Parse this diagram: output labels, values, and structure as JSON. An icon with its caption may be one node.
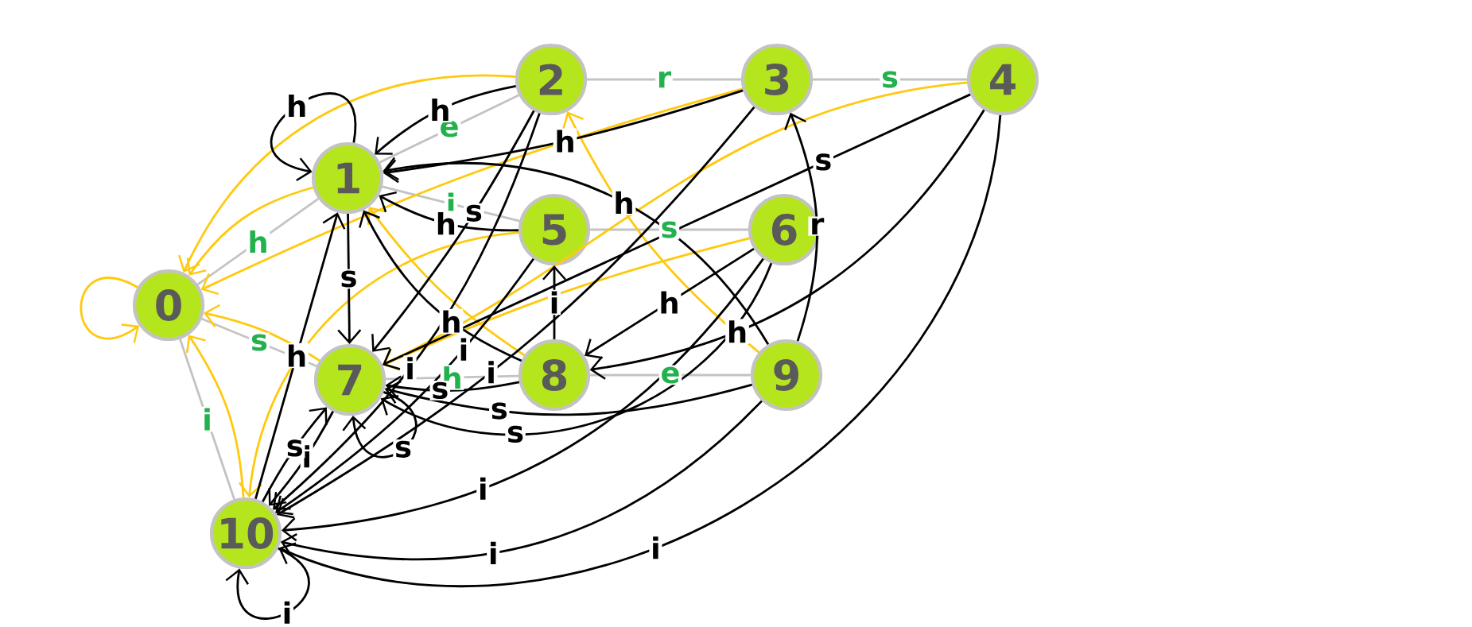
{
  "diagram": {
    "nodes": [
      {
        "text": [
          "0"
        ]
      },
      {
        "text": [
          "1"
        ]
      },
      {
        "text": [
          "2"
        ]
      },
      {
        "text": [
          "3"
        ]
      },
      {
        "text": [
          "4"
        ]
      },
      {
        "text": [
          "5"
        ]
      },
      {
        "text": [
          "6"
        ]
      },
      {
        "text": [
          "7"
        ]
      },
      {
        "text": [
          "8"
        ]
      },
      {
        "text": [
          "9"
        ]
      },
      {
        "text": [
          "10"
        ]
      }
    ],
    "edges": [
      {
        "from": 0,
        "to": 1,
        "arrow": "none",
        "label": "h",
        "color": "#c3c3c3"
      },
      {
        "from": 1,
        "to": 2,
        "arrow": "none",
        "label": "e",
        "color": "#c3c3c3"
      },
      {
        "from": 2,
        "to": 3,
        "arrow": "none",
        "label": "r",
        "color": "#c3c3c3"
      },
      {
        "from": 3,
        "to": 4,
        "arrow": "none",
        "label": "s",
        "color": "#c3c3c3"
      },
      {
        "from": 1,
        "to": 5,
        "arrow": "none",
        "label": "i",
        "color": "#c3c3c3"
      },
      {
        "from": 5,
        "to": 6,
        "arrow": "none",
        "label": "s",
        "color": "#c3c3c3"
      },
      {
        "from": 0,
        "to": 7,
        "arrow": "none",
        "label": "s",
        "color": "#c3c3c3"
      },
      {
        "from": 7,
        "to": 8,
        "arrow": "none",
        "label": "h",
        "color": "#c3c3c3"
      },
      {
        "from": 8,
        "to": 9,
        "arrow": "none",
        "label": "e",
        "color": "#c3c3c3"
      },
      {
        "from": 0,
        "to": 10,
        "arrow": "none",
        "label": "i",
        "color": "#c3c3c3"
      },
      {
        "from": 0,
        "to": 0,
        "arrow": "to",
        "color": "#ffc90e"
      },
      {
        "from": 1,
        "to": 0,
        "arrow": "to",
        "color": "#ffc90e"
      },
      {
        "from": 2,
        "to": 0,
        "arrow": "to",
        "color": "#ffc90e"
      },
      {
        "from": 3,
        "to": 0,
        "arrow": "to",
        "color": "#ffc90e"
      },
      {
        "from": 4,
        "to": 7,
        "arrow": "to",
        "color": "#ffc90e"
      },
      {
        "from": 5,
        "to": 10,
        "arrow": "to",
        "color": "#ffc90e"
      },
      {
        "from": 6,
        "to": 7,
        "arrow": "to",
        "color": "#ffc90e"
      },
      {
        "from": 7,
        "to": 0,
        "arrow": "to",
        "color": "#ffc90e"
      },
      {
        "from": 8,
        "to": 1,
        "arrow": "to",
        "color": "#ffc90e"
      },
      {
        "from": 9,
        "to": 2,
        "arrow": "to",
        "color": "#ffc90e"
      },
      {
        "from": 10,
        "to": 0,
        "arrow": "to",
        "color": "#ffc90e"
      },
      {
        "from": 1,
        "to": 1,
        "arrow": "to",
        "label": "h"
      },
      {
        "from": 1,
        "to": 7,
        "arrow": "to",
        "label": "s"
      },
      {
        "from": 2,
        "to": 1,
        "arrow": "to",
        "label": "h"
      },
      {
        "from": 2,
        "to": 7,
        "arrow": "to",
        "label": "s"
      },
      {
        "from": 2,
        "to": 10,
        "arrow": "to",
        "label": "i"
      },
      {
        "from": 3,
        "to": 1,
        "arrow": "to",
        "label": "h"
      },
      {
        "from": 3,
        "to": 10,
        "arrow": "to",
        "label": "i"
      },
      {
        "from": 4,
        "to": 8,
        "arrow": "to",
        "label": "h"
      },
      {
        "from": 4,
        "to": 7,
        "arrow": "to",
        "label": "s"
      },
      {
        "from": 4,
        "to": 10,
        "arrow": "to",
        "label": "i"
      },
      {
        "from": 5,
        "to": 1,
        "arrow": "to",
        "label": "h"
      },
      {
        "from": 5,
        "to": 10,
        "arrow": "to",
        "label": "i"
      },
      {
        "from": 6,
        "to": 8,
        "arrow": "to",
        "label": "h"
      },
      {
        "from": 6,
        "to": 7,
        "arrow": "to",
        "label": "s"
      },
      {
        "from": 6,
        "to": 10,
        "arrow": "to",
        "label": "i"
      },
      {
        "from": 7,
        "to": 7,
        "arrow": "to",
        "label": "s"
      },
      {
        "from": 7,
        "to": 10,
        "arrow": "to",
        "label": "i"
      },
      {
        "from": 8,
        "to": 5,
        "arrow": "to",
        "label": "i"
      },
      {
        "from": 8,
        "to": 1,
        "arrow": "to",
        "label": "h"
      },
      {
        "from": 8,
        "to": 7,
        "arrow": "to",
        "label": "s"
      },
      {
        "from": 9,
        "to": 3,
        "arrow": "to",
        "label": "r"
      },
      {
        "from": 9,
        "to": 1,
        "arrow": "to",
        "label": "h"
      },
      {
        "from": 9,
        "to": 7,
        "arrow": "to",
        "label": "s"
      },
      {
        "from": 9,
        "to": 10,
        "arrow": "to",
        "label": "i"
      },
      {
        "from": 10,
        "to": 1,
        "arrow": "to",
        "label": "h"
      },
      {
        "from": 10,
        "to": 7,
        "arrow": "to",
        "label": "s"
      },
      {
        "from": 10,
        "to": 10,
        "arrow": "to",
        "label": "i"
      }
    ]
  }
}
